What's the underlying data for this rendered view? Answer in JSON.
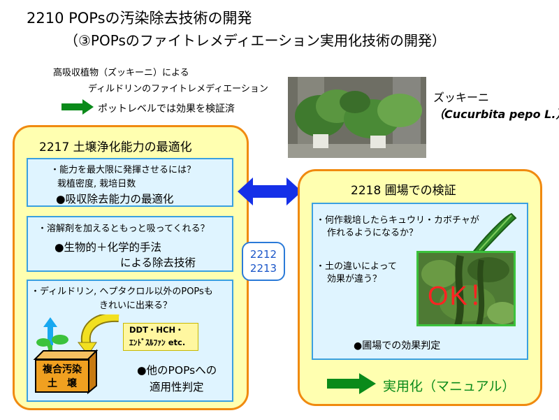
{
  "title": {
    "line1": "2210  POPsの汚染除去技術の開発",
    "line2": "（③POPsのファイトレメディエーション実用化技術の開発）"
  },
  "intro": {
    "line1": "高吸収植物（ズッキーニ）による",
    "line2": "ディルドリンのファイトレメディエーション",
    "verified": "ポットレベルでは効果を検証済"
  },
  "zucchini": {
    "name": "ズッキーニ",
    "latin": "（Cucurbita pepo L.）"
  },
  "left_panel": {
    "title": "2217  土壌浄化能力の最適化",
    "box1": {
      "q": "・能力を最大限に発揮させるには？",
      "sub": "栽植密度, 栽培日数",
      "point": "●吸収除去能力の最適化"
    },
    "box2": {
      "q": "・溶解剤を加えるともっと吸ってくれる？",
      "point1": "●生物的＋化学的手法",
      "point2": "による除去技術"
    },
    "box3": {
      "q1": "・ディルドリン, ヘプタクロル以外のPOPsも",
      "q2": "きれいに出来る？",
      "ddt1": "DDT・HCH・",
      "ddt2": "ｴﾝﾄﾞｽﾙﾌｧﾝ  etc.",
      "soil1": "複合汚染",
      "soil2": "土　壌",
      "point1": "●他のPOPsへの",
      "point2": "適用性判定"
    }
  },
  "callout": {
    "line1": "2212",
    "line2": "2213"
  },
  "right_panel": {
    "title": "2218  圃場での検証",
    "q1a": "・何作栽培したらキュウリ・カボチャが",
    "q1b": "作れるようになるか？",
    "q2a": "・土の違いによって",
    "q2b": "効果が違う？",
    "ok": "OK！",
    "point": "●圃場での効果判定",
    "practical": "実用化（マニュアル）"
  },
  "colors": {
    "panel_border": "#f08a10",
    "panel_fill": "#ffffb0",
    "box_border": "#3aa0e0",
    "box_fill": "#dff4ff",
    "arrow_green": "#0a8a1a",
    "arrow_blue": "#1530e8"
  }
}
